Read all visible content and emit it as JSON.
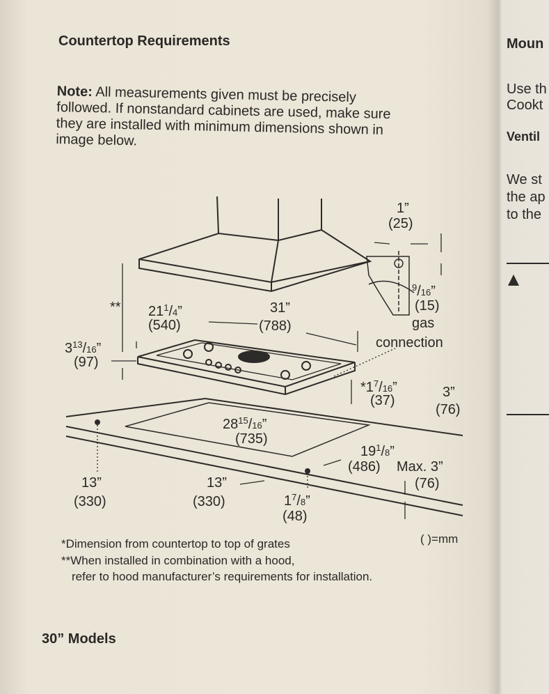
{
  "left": {
    "title": "Countertop Requirements",
    "note_label": "Note:",
    "note_lines": [
      " All measurements given must be precisely",
      "followed. If nonstandard cabinets are used, make sure",
      "they are installed with minimum dimensions shown in",
      "image below."
    ],
    "footnotes": [
      "*Dimension from countertop to top of grates",
      "**When installed in combination with a hood,",
      "refer to hood manufacturer’s requirements for installation."
    ],
    "units_note": "( )=mm",
    "section_footer": "30” Models"
  },
  "diagram": {
    "gas_w": {
      "in": "1”",
      "mm": "(25)"
    },
    "gas_h": {
      "num": "9",
      "den": "16",
      "unit": "”",
      "mm": "(15)"
    },
    "gas_label": [
      "gas",
      "connection"
    ],
    "hood_clear": "**",
    "side_clear": {
      "whole": "21",
      "num": "1",
      "den": "4",
      "mm": "(540)"
    },
    "width_top": {
      "in": "31”",
      "mm": "(788)"
    },
    "hood_height": {
      "whole": "3",
      "num": "13",
      "den": "16",
      "mm": "(97)"
    },
    "grate_height": {
      "whole": "*1",
      "num": "7",
      "den": "16",
      "mm": "(37)"
    },
    "front_depth": {
      "in": "3”",
      "mm": "(76)"
    },
    "cutout_w": {
      "whole": "28",
      "num": "15",
      "den": "16",
      "mm": "(735)"
    },
    "cutout_d": {
      "whole": "19",
      "num": "1",
      "den": "8",
      "mm": "(486)"
    },
    "max_thick": {
      "in": "Max. 3”",
      "mm": "(76)"
    },
    "left_13": {
      "in": "13”",
      "mm": "(330)"
    },
    "center_13": {
      "in": "13”",
      "mm": "(330)"
    },
    "front_offset": {
      "whole": "1",
      "num": "7",
      "den": "8",
      "mm": "(48)"
    }
  },
  "right": {
    "lines": [
      "Moun",
      "Use th",
      "Cookt",
      "Ventil",
      "We st",
      "the ap",
      "to the"
    ]
  }
}
